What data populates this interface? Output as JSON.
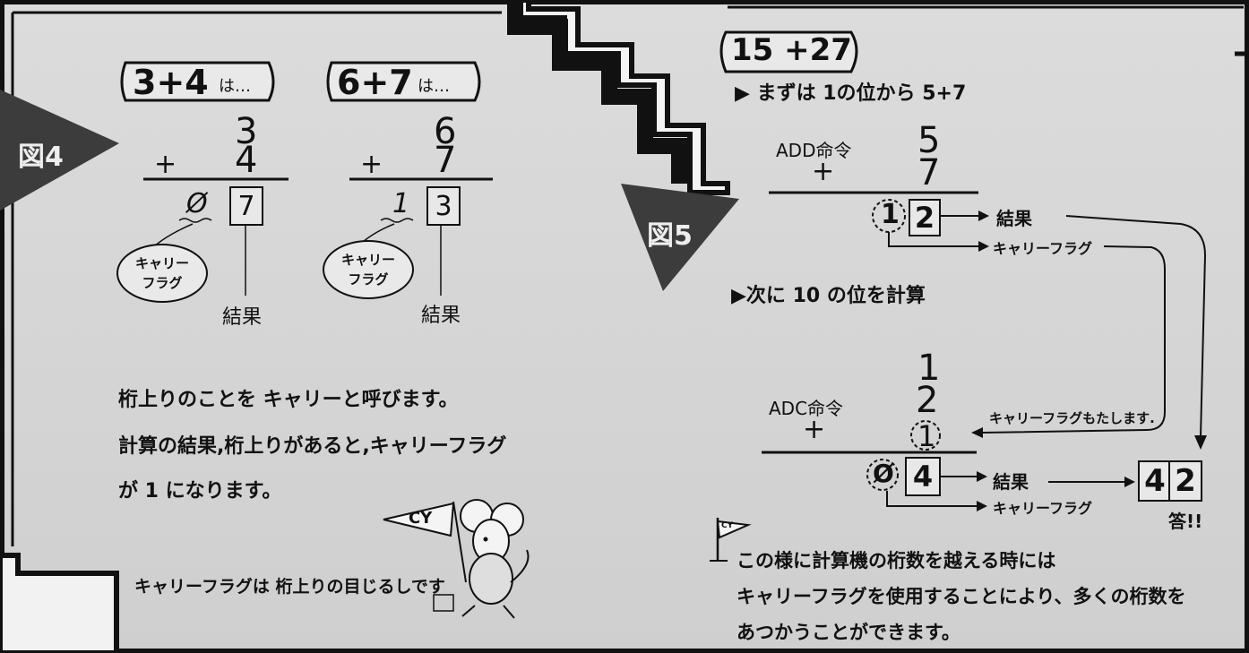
{
  "fig4": {
    "label": "図4",
    "left": {
      "header_expr": "3+4",
      "header_suffix": "は…",
      "top": "3",
      "plus": "+",
      "bottom": "4",
      "carry": "Ø",
      "result": "7",
      "carry_bubble": [
        "キャリー",
        "フラグ"
      ],
      "result_label": "結果"
    },
    "right": {
      "header_expr": "6+7",
      "header_suffix": "は…",
      "top": "6",
      "plus": "+",
      "bottom": "7",
      "carry": "1",
      "result": "3",
      "carry_bubble": [
        "キャリー",
        "フラグ"
      ],
      "result_label": "結果"
    },
    "explanation": [
      "桁上りのことを キャリーと呼びます。",
      "計算の結果,桁上りがあると,キャリーフラグ",
      "が 1 になります。"
    ],
    "flag_text": "CY",
    "mouse_caption": "キャリーフラグは 桁上りの目じるしです"
  },
  "fig5": {
    "label": "図5",
    "problem": "15 +27",
    "step1": "▶ まずは 1の位から 5+7",
    "add_label": "ADD命令",
    "add_top": "5",
    "add_plus": "+",
    "add_bottom": "7",
    "add_carry": "1",
    "add_result": "2",
    "result_label": "結果",
    "carry_flag_label": "キャリーフラグ",
    "step2": "▶次に 10 の位を計算",
    "adc_label": "ADC命令",
    "adc_row1": "1",
    "adc_row2": "2",
    "adc_plus": "+",
    "adc_row3": "1",
    "adc_note": "キャリーフラグもたします.",
    "adc_carry": "Ø",
    "adc_result": "4",
    "answer_tens": "4",
    "answer_ones": "2",
    "answer_label": "答!!",
    "flag_text": "CY",
    "conclusion": [
      "この様に計算機の桁数を越える時には",
      "キャリーフラグを使用することにより、多くの桁数を",
      "あつかうことができます。"
    ]
  }
}
